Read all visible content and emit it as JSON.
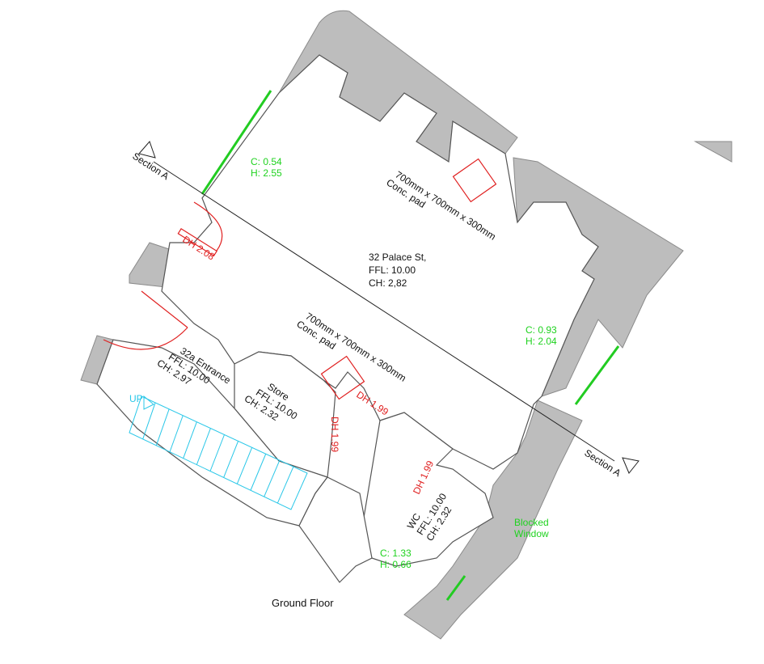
{
  "floor_title": "Ground Floor",
  "section_label": "Section A",
  "rooms": {
    "main": {
      "name": "32 Palace St,",
      "ffl": "FFL: 10.00",
      "ch": "CH: 2,82"
    },
    "entrance": {
      "name": "32a Entrance",
      "ffl": "FFL: 10.00",
      "ch": "CH: 2.97"
    },
    "store": {
      "name": "Store",
      "ffl": "FFL: 10.00",
      "ch": "CH: 2.32"
    },
    "wc": {
      "name": "WC",
      "ffl": "FFL: 10.00",
      "ch": "CH: 2.32"
    }
  },
  "pads": [
    {
      "line1": "700mm x 700mm x 300mm",
      "line2": "Conc. pad"
    },
    {
      "line1": "700mm x 700mm x 300mm",
      "line2": "Conc. pad"
    }
  ],
  "windows": [
    {
      "c": "C: 0.54",
      "h": "H: 2.55"
    },
    {
      "c": "C: 0.93",
      "h": "H: 2.04"
    },
    {
      "c": "C: 1.33",
      "h": "H: 0.66"
    }
  ],
  "door_heights": [
    "DH 2.08",
    "DH 1.99",
    "DH 1.99",
    "DH 1.99"
  ],
  "blocked_window": [
    "Blocked",
    "Window"
  ],
  "stair_label": "UP",
  "colors": {
    "wall": "#bdbdbd",
    "window": "#22cc22",
    "annotation": "#e02020",
    "stair": "#29c7e8"
  }
}
